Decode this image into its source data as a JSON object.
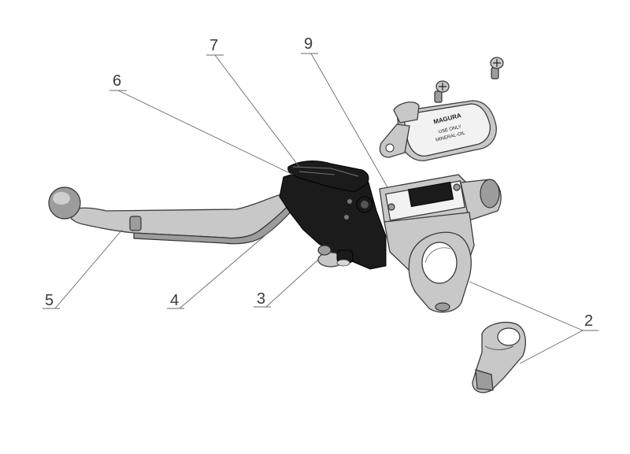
{
  "callouts": {
    "c2": "2",
    "c3": "3",
    "c4": "4",
    "c5": "5",
    "c6": "6",
    "c7": "7",
    "c9": "9"
  },
  "cap_text": {
    "brand": "MAGURA",
    "line1": "USE ONLY",
    "line2": "MINERAL-OIL"
  }
}
